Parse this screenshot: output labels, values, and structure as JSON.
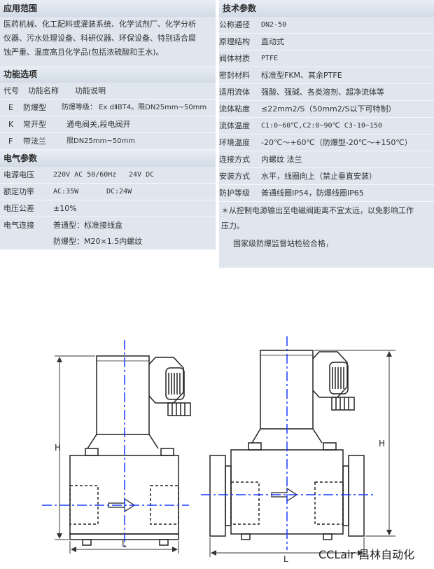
{
  "left": {
    "scope": {
      "title": "应用范围",
      "lines": [
        "医药机械、化工配料或灌装系统、化学试剂厂、化学分析",
        "仪器、污水处理设备、科研仪器、环保设备、特别适合腐",
        "蚀严重、温度高且化学品(包括浓硫酸和王水)。"
      ]
    },
    "options": {
      "title": "功能选项",
      "head": [
        "代号",
        "功能名称",
        "功能说明"
      ],
      "rows": [
        {
          "code": "E",
          "name": "防爆型",
          "desc": "防爆等级： Ex dⅡBT4。限DN25mm~50mm"
        },
        {
          "code": "K",
          "name": "常开型",
          "desc": "通电阀关,段电阀开"
        },
        {
          "code": "F",
          "name": "带法兰",
          "desc": "限DN25mm~50mm"
        }
      ]
    },
    "electrical": {
      "title": "电气参数",
      "rows": [
        {
          "label": "电源电压",
          "v1": "220V AC 50/60Hz",
          "v2": "24V DC"
        },
        {
          "label": "额定功率",
          "v1": "AC:35W",
          "v2": "DC:24W"
        },
        {
          "label": "电压公差",
          "v1": "±10%",
          "v2": ""
        }
      ],
      "connection": {
        "label": "电气连接",
        "line1": "普通型：标准接线盒",
        "line2": "防爆型：M20×1.5内螺纹"
      }
    }
  },
  "right": {
    "title": "技术参数",
    "rows": [
      {
        "label": "公称通径",
        "value": "DN2-50"
      },
      {
        "label": "原理结构",
        "value": "直动式"
      },
      {
        "label": "阀体材质",
        "value": "PTFE"
      },
      {
        "label": "密封材料",
        "value": "标准型FKM、其余PTFE"
      },
      {
        "label": "适用流体",
        "value": "强酸、强碱、各类溶剂、超净流体等"
      },
      {
        "label": "流体粘度",
        "value": "≤22mm2/S（50mm2/S以下可特制）"
      },
      {
        "label": "流体温度",
        "value": "C1:0~60℃,C2:0~90℃ C3-10~150"
      },
      {
        "label": "环境温度",
        "value": "-20℃～+60℃（防爆型-20℃～+150℃）"
      },
      {
        "label": "连接方式",
        "value": "内螺纹 法兰"
      },
      {
        "label": "安装方式",
        "value": "水平，线圈向上（禁止垂直安装）"
      },
      {
        "label": "防护等级",
        "value": "普通线圈IP54，防爆线圈IP65"
      }
    ],
    "note_lines": [
      "＊从控制电源输出至电磁阀距离不宜太远，以免影响工作",
      "压力。"
    ],
    "cert": "国家级防爆监督站检验合格，"
  },
  "drawing": {
    "dim_h": "H",
    "dim_l": "L"
  },
  "watermark": "CCLair 昌林自动化"
}
